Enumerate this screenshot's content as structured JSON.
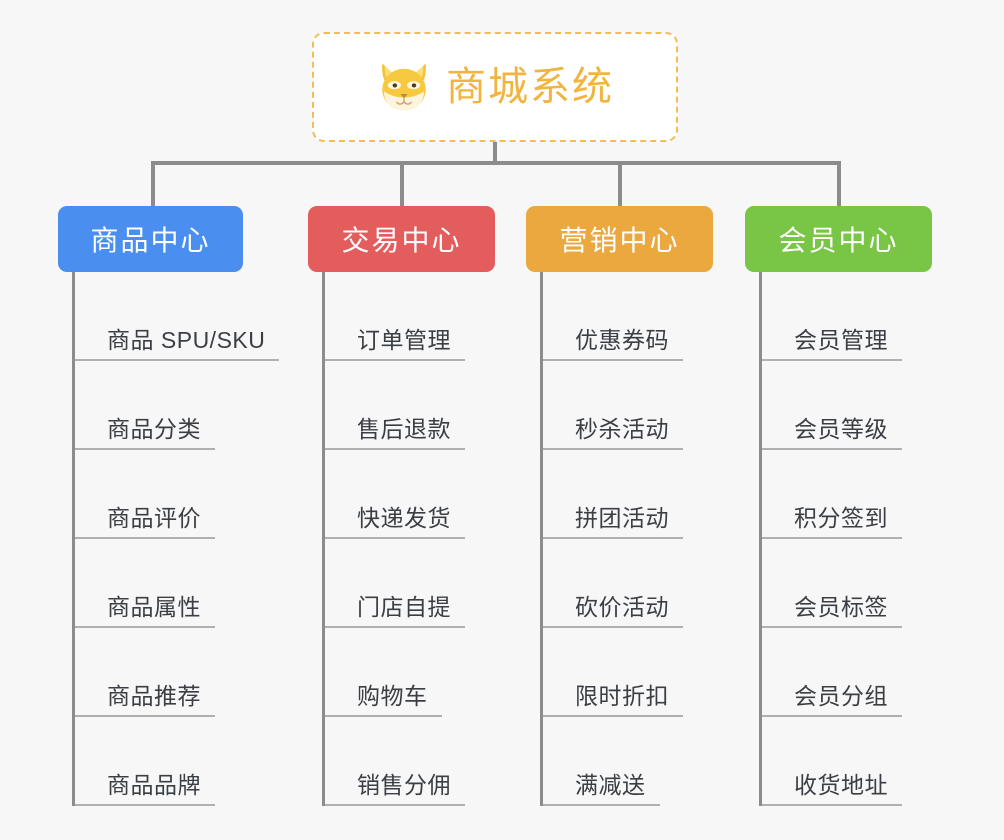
{
  "diagram": {
    "type": "mindmap",
    "background_color": "#f7f7f7",
    "root": {
      "title": "商城系统",
      "icon": "shiba-dog-face-emoji",
      "border_color": "#f2bc56",
      "text_color": "#f0b43f"
    },
    "branches": [
      {
        "label": "商品中心",
        "color": "#4a8ef0",
        "items": [
          "商品 SPU/SKU",
          "商品分类",
          "商品评价",
          "商品属性",
          "商品推荐",
          "商品品牌"
        ]
      },
      {
        "label": "交易中心",
        "color": "#e45d5d",
        "items": [
          "订单管理",
          "售后退款",
          "快递发货",
          "门店自提",
          "购物车",
          "销售分佣"
        ]
      },
      {
        "label": "营销中心",
        "color": "#eaa83f",
        "items": [
          "优惠券码",
          "秒杀活动",
          "拼团活动",
          "砍价活动",
          "限时折扣",
          "满减送"
        ]
      },
      {
        "label": "会员中心",
        "color": "#79c545",
        "items": [
          "会员管理",
          "会员等级",
          "积分签到",
          "会员标签",
          "会员分组",
          "收货地址"
        ]
      }
    ]
  }
}
